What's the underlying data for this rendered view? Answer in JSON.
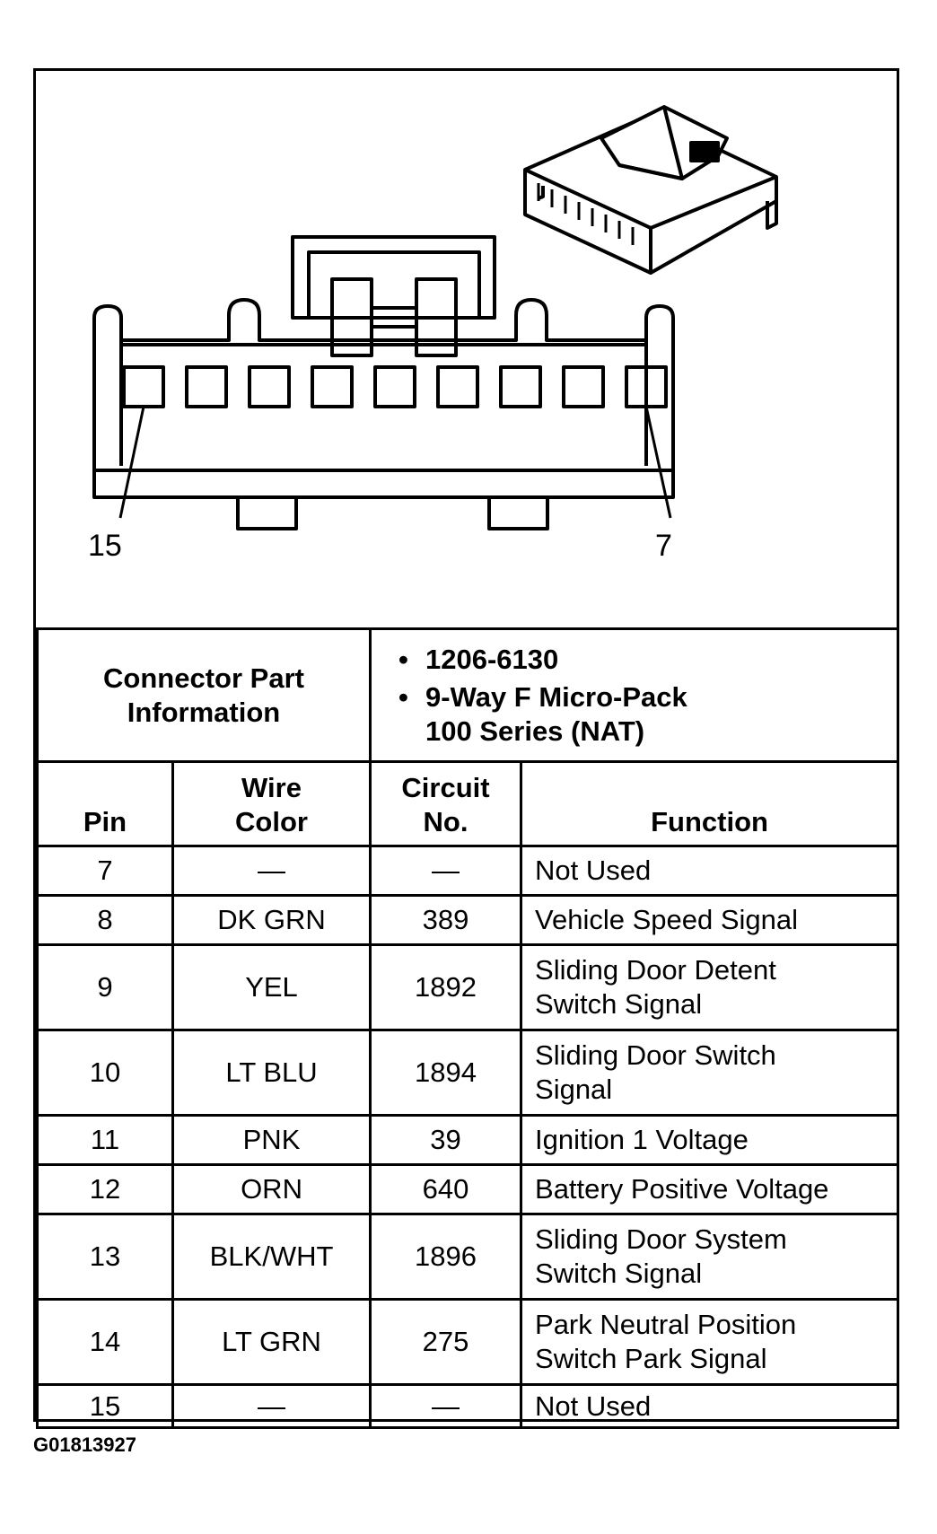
{
  "drawing": {
    "pin_labels": {
      "left": "15",
      "right": "7"
    }
  },
  "connector_info": {
    "label_line1": "Connector Part",
    "label_line2": "Information",
    "part_number": "1206-6130",
    "description_line1": "9-Way F Micro-Pack",
    "description_line2": "100 Series (NAT)"
  },
  "table": {
    "headers": {
      "pin": "Pin",
      "wire_color_line1": "Wire",
      "wire_color_line2": "Color",
      "circuit_line1": "Circuit",
      "circuit_line2": "No.",
      "function": "Function"
    },
    "rows": [
      {
        "pin": "7",
        "wire": "—",
        "circuit": "—",
        "f1": "Not Used",
        "f2": ""
      },
      {
        "pin": "8",
        "wire": "DK GRN",
        "circuit": "389",
        "f1": "Vehicle Speed Signal",
        "f2": ""
      },
      {
        "pin": "9",
        "wire": "YEL",
        "circuit": "1892",
        "f1": "Sliding Door Detent",
        "f2": "Switch Signal"
      },
      {
        "pin": "10",
        "wire": "LT BLU",
        "circuit": "1894",
        "f1": "Sliding Door Switch",
        "f2": "Signal"
      },
      {
        "pin": "11",
        "wire": "PNK",
        "circuit": "39",
        "f1": "Ignition 1 Voltage",
        "f2": ""
      },
      {
        "pin": "12",
        "wire": "ORN",
        "circuit": "640",
        "f1": "Battery Positive Voltage",
        "f2": ""
      },
      {
        "pin": "13",
        "wire": "BLK/WHT",
        "circuit": "1896",
        "f1": "Sliding Door System",
        "f2": "Switch Signal"
      },
      {
        "pin": "14",
        "wire": "LT GRN",
        "circuit": "275",
        "f1": "Park Neutral Position",
        "f2": "Switch Park Signal"
      },
      {
        "pin": "15",
        "wire": "—",
        "circuit": "—",
        "f1": "Not Used",
        "f2": ""
      }
    ]
  },
  "footer": {
    "code": "G01813927"
  }
}
